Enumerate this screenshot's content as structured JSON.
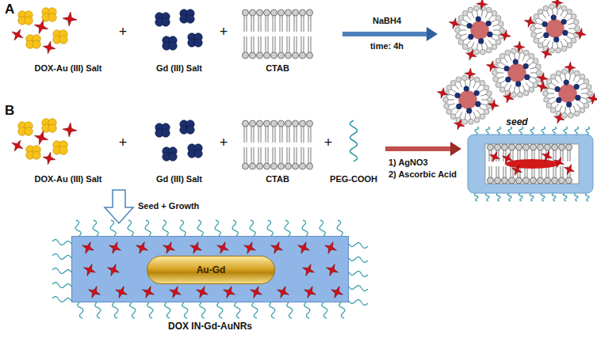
{
  "diagram": {
    "nodes": [
      {
        "text": [
          "DOX IN-Gd-AuNRs"
        ]
      },
      {
        "text": [
          "Au-Gd"
        ],
        "in": 0
      }
    ],
    "labels": [
      "A",
      "DOX-Au (III) Salt",
      "+",
      "Gd (III) Salt",
      "+",
      "CTAB",
      "NaBH4",
      "time: 4h",
      "seed",
      "B",
      "DOX-Au (III) Salt",
      "+",
      "Gd (III) Salt",
      "+",
      "CTAB",
      "+",
      "PEG-COOH",
      "1) AgNO3",
      "2) Ascorbic Acid",
      "Seed + Growth"
    ]
  }
}
